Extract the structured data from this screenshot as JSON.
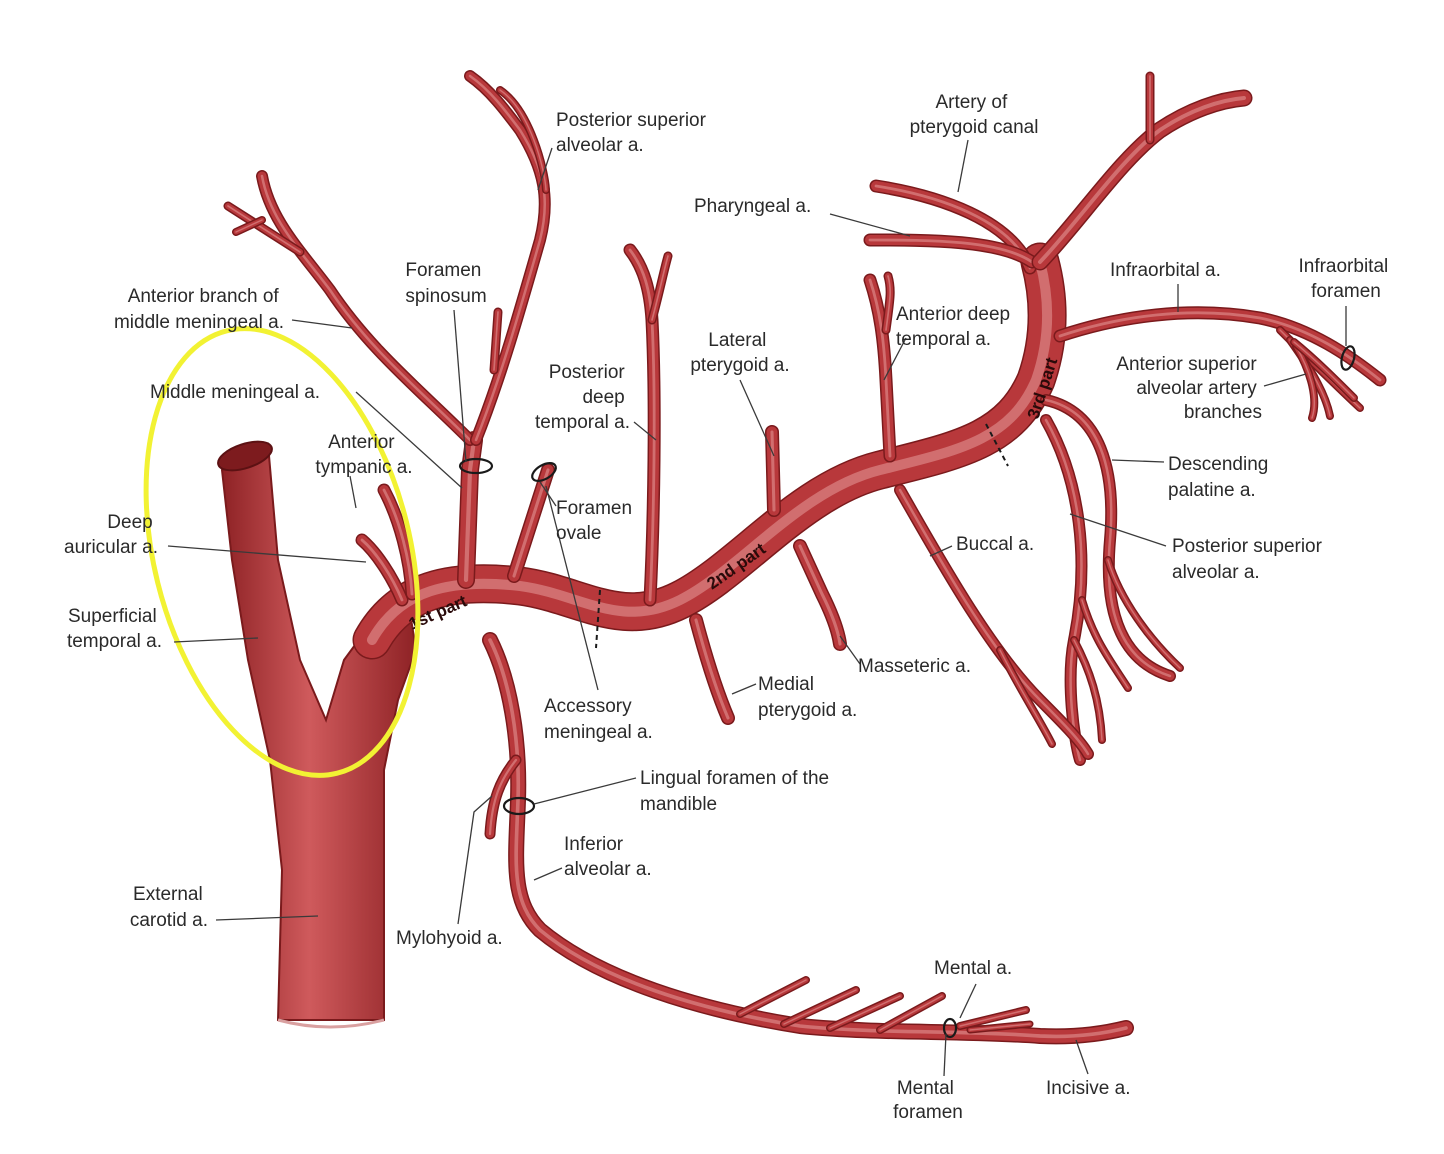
{
  "colors": {
    "artery": "#b8383b",
    "artery_dark": "#7a1a1c",
    "highlight_ellipse": "#f2f233",
    "label_text": "#2a2a2a"
  },
  "labels": {
    "posterior_superior_alveolar_top": [
      "Posterior superior",
      "alveolar a."
    ],
    "artery_of_pterygoid_canal": [
      "Artery of",
      "pterygoid canal"
    ],
    "pharyngeal": [
      "Pharyngeal a."
    ],
    "foramen_spinosum": [
      "Foramen",
      "spinosum"
    ],
    "anterior_branch_middle_meningeal": [
      "Anterior branch of",
      "middle meningeal a."
    ],
    "infraorbital": [
      "Infraorbital a."
    ],
    "infraorbital_foramen": [
      "Infraorbital",
      "foramen"
    ],
    "anterior_deep_temporal": [
      "Anterior deep",
      "temporal a."
    ],
    "lateral_pterygoid": [
      "Lateral",
      "pterygoid a."
    ],
    "anterior_superior_alveolar": [
      "Anterior superior",
      "alveolar artery",
      "branches"
    ],
    "posterior_deep_temporal": [
      "Posterior",
      "deep",
      "temporal a."
    ],
    "middle_meningeal": [
      "Middle meningeal a."
    ],
    "anterior_tympanic": [
      "Anterior",
      "tympanic a."
    ],
    "descending_palatine": [
      "Descending",
      "palatine a."
    ],
    "foramen_ovale": [
      "Foramen",
      "ovale"
    ],
    "deep_auricular": [
      "Deep",
      "auricular a."
    ],
    "buccal": [
      "Buccal a."
    ],
    "posterior_superior_alveolar_right": [
      "Posterior superior",
      "alveolar a."
    ],
    "superficial_temporal": [
      "Superficial",
      "temporal a."
    ],
    "masseteric": [
      "Masseteric a."
    ],
    "medial_pterygoid": [
      "Medial",
      "pterygoid a."
    ],
    "accessory_meningeal": [
      "Accessory",
      "meningeal a."
    ],
    "lingual_foramen": [
      "Lingual foramen of the",
      "mandible"
    ],
    "inferior_alveolar": [
      "Inferior",
      "alveolar a."
    ],
    "external_carotid": [
      "External",
      "carotid a."
    ],
    "mylohyoid": [
      "Mylohyoid a."
    ],
    "mental_artery": [
      "Mental a."
    ],
    "mental_foramen": [
      "Mental",
      "foramen"
    ],
    "incisive": [
      "Incisive a."
    ]
  },
  "parts": {
    "first": "1st part",
    "second": "2nd part",
    "third": "3rd part"
  }
}
